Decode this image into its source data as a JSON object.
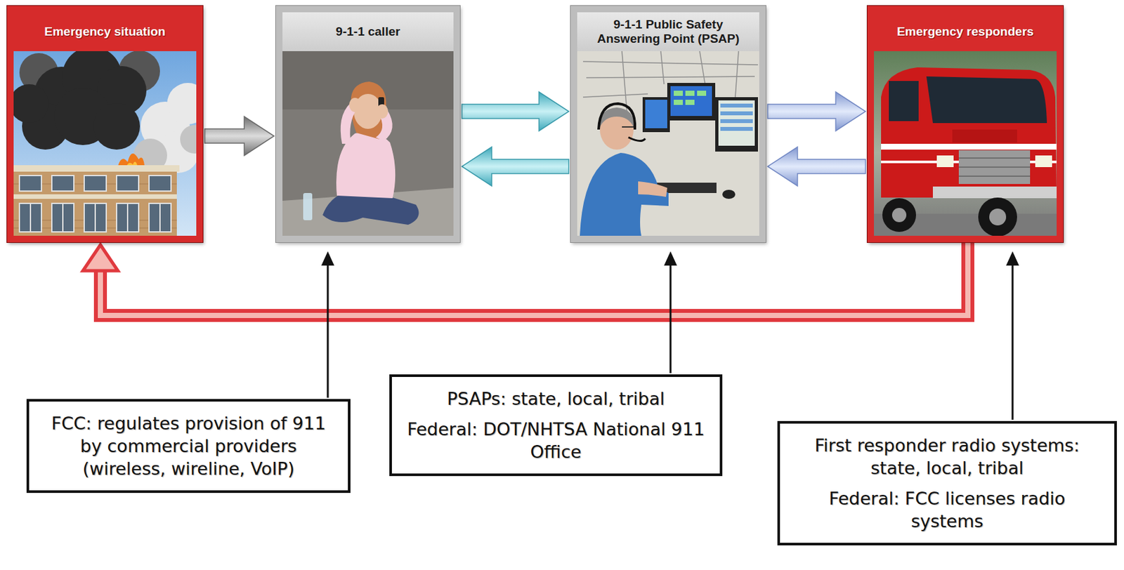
{
  "diagram": {
    "nodes": [
      {
        "text": [
          "Emergency situation"
        ]
      },
      {
        "text": [
          "9-1-1 caller"
        ]
      },
      {
        "text": [
          "9-1-1 Public Safety Answering Point (PSAP)"
        ]
      },
      {
        "text": [
          "Emergency responders"
        ]
      },
      {
        "text": [
          "FCC: regulates provision of 911 by commercial providers (wireless, wireline, VoIP)"
        ]
      },
      {
        "text": [
          "PSAPs: state, local, tribal",
          "Federal: DOT/NHTSA National 911 Office"
        ]
      },
      {
        "text": [
          "First responder radio systems: state, local, tribal",
          "Federal: FCC licenses radio systems"
        ]
      }
    ],
    "edges": [
      {
        "from": 0,
        "to": 1,
        "arrow": "to"
      },
      {
        "from": 1,
        "to": 2,
        "arrow": "to"
      },
      {
        "from": 2,
        "to": 1,
        "arrow": "to"
      },
      {
        "from": 2,
        "to": 3,
        "arrow": "to"
      },
      {
        "from": 3,
        "to": 2,
        "arrow": "to"
      },
      {
        "from": 3,
        "to": 0,
        "arrow": "to"
      },
      {
        "from": 4,
        "to": 1,
        "arrow": "to"
      },
      {
        "from": 5,
        "to": 2,
        "arrow": "to"
      },
      {
        "from": 6,
        "to": 3,
        "arrow": "to"
      }
    ]
  }
}
